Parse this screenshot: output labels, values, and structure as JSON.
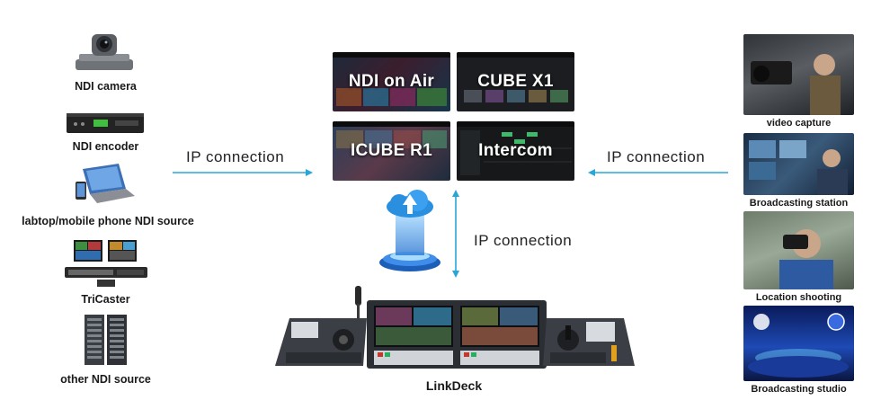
{
  "left_sources": [
    {
      "label": "NDI camera"
    },
    {
      "label": "NDI encoder"
    },
    {
      "label": "labtop/mobile phone NDI source"
    },
    {
      "label": "TriCaster"
    },
    {
      "label": "other NDI source"
    }
  ],
  "center_tiles": [
    {
      "title": "NDI on Air"
    },
    {
      "title": "CUBE X1"
    },
    {
      "title": "ICUBE R1"
    },
    {
      "title": "Intercom"
    }
  ],
  "connections": {
    "left": "IP connection",
    "right": "IP connection",
    "vertical": "IP connection"
  },
  "device": {
    "label": "LinkDeck"
  },
  "right_scenes": [
    {
      "label": "video capture"
    },
    {
      "label": "Broadcasting station"
    },
    {
      "label": "Location shooting"
    },
    {
      "label": "Broadcasting studio"
    }
  ],
  "colors": {
    "arrow": "#2aa5d8",
    "cloud": "#2b8fe0"
  }
}
